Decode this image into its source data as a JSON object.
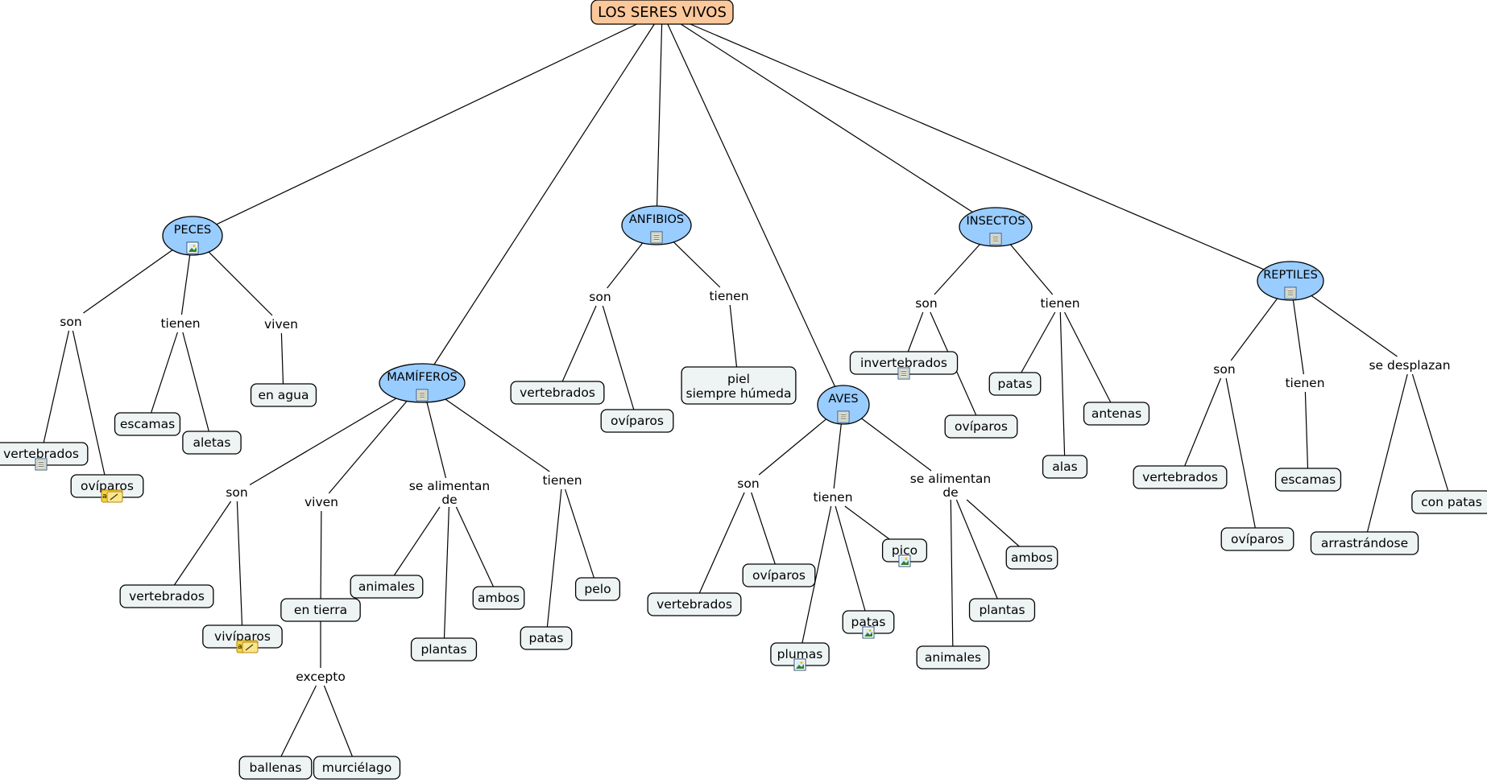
{
  "root": {
    "id": "root",
    "label": "LOS SERES VIVOS"
  },
  "categories": [
    {
      "id": "peces",
      "label": "PECES",
      "icon": "image-icon"
    },
    {
      "id": "mamiferos",
      "label": "MAMÍFEROS",
      "icon": "document-icon"
    },
    {
      "id": "anfibios",
      "label": "ANFIBIOS",
      "icon": "document-icon"
    },
    {
      "id": "aves",
      "label": "AVES",
      "icon": "document-icon"
    },
    {
      "id": "insectos",
      "label": "INSECTOS",
      "icon": "document-icon"
    },
    {
      "id": "reptiles",
      "label": "REPTILES",
      "icon": "document-icon"
    }
  ],
  "links": [
    {
      "id": "peces-son",
      "label": "son"
    },
    {
      "id": "peces-tienen",
      "label": "tienen"
    },
    {
      "id": "peces-viven",
      "label": "viven"
    },
    {
      "id": "mam-son",
      "label": "son"
    },
    {
      "id": "mam-viven",
      "label": "viven"
    },
    {
      "id": "mam-alimentan",
      "label": "se alimentan de"
    },
    {
      "id": "mam-tienen",
      "label": "tienen"
    },
    {
      "id": "excepto",
      "label": "excepto"
    },
    {
      "id": "anf-son",
      "label": "son"
    },
    {
      "id": "anf-tienen",
      "label": "tienen"
    },
    {
      "id": "aves-son",
      "label": "son"
    },
    {
      "id": "aves-tienen",
      "label": "tienen"
    },
    {
      "id": "aves-alimentan",
      "label": "se alimentan de"
    },
    {
      "id": "ins-son",
      "label": "son"
    },
    {
      "id": "ins-tienen",
      "label": "tienen"
    },
    {
      "id": "rep-son",
      "label": "son"
    },
    {
      "id": "rep-tienen",
      "label": "tienen"
    },
    {
      "id": "rep-desplazan",
      "label": "se desplazan"
    }
  ],
  "leaves": [
    {
      "id": "p-vertebrados",
      "label": "vertebrados",
      "icon": "document-icon"
    },
    {
      "id": "p-oviparos",
      "label": "ovíparos",
      "icon": "note-icon"
    },
    {
      "id": "p-escamas",
      "label": "escamas"
    },
    {
      "id": "p-aletas",
      "label": "aletas"
    },
    {
      "id": "p-agua",
      "label": "en agua"
    },
    {
      "id": "m-vertebrados",
      "label": "vertebrados"
    },
    {
      "id": "m-viviparos",
      "label": "vivíparos",
      "icon": "note-icon"
    },
    {
      "id": "m-tierra",
      "label": "en tierra"
    },
    {
      "id": "m-ballenas",
      "label": "ballenas"
    },
    {
      "id": "m-murcielago",
      "label": "murciélago"
    },
    {
      "id": "m-animales",
      "label": "animales"
    },
    {
      "id": "m-plantas",
      "label": "plantas"
    },
    {
      "id": "m-ambos",
      "label": "ambos"
    },
    {
      "id": "m-patas",
      "label": "patas"
    },
    {
      "id": "m-pelo",
      "label": "pelo"
    },
    {
      "id": "a-vertebrados",
      "label": "vertebrados"
    },
    {
      "id": "a-oviparos",
      "label": "ovíparos"
    },
    {
      "id": "a-piel",
      "label": "piel siempre húmeda"
    },
    {
      "id": "v-vertebrados",
      "label": "vertebrados"
    },
    {
      "id": "v-oviparos",
      "label": "ovíparos"
    },
    {
      "id": "v-plumas",
      "label": "plumas",
      "icon": "image-icon"
    },
    {
      "id": "v-patas",
      "label": "patas",
      "icon": "image-icon"
    },
    {
      "id": "v-pico",
      "label": "pico",
      "icon": "image-icon"
    },
    {
      "id": "v-animales",
      "label": "animales"
    },
    {
      "id": "v-plantas",
      "label": "plantas"
    },
    {
      "id": "v-ambos",
      "label": "ambos"
    },
    {
      "id": "i-invertebrados",
      "label": "invertebrados",
      "icon": "document-icon"
    },
    {
      "id": "i-oviparos",
      "label": "ovíparos"
    },
    {
      "id": "i-patas",
      "label": "patas"
    },
    {
      "id": "i-alas",
      "label": "alas"
    },
    {
      "id": "i-antenas",
      "label": "antenas"
    },
    {
      "id": "r-vertebrados",
      "label": "vertebrados"
    },
    {
      "id": "r-oviparos",
      "label": "ovíparos"
    },
    {
      "id": "r-escamas",
      "label": "escamas"
    },
    {
      "id": "r-arrastrandose",
      "label": "arrastrándose"
    },
    {
      "id": "r-conpatas",
      "label": "con patas"
    }
  ],
  "edges": [
    [
      "root",
      "peces"
    ],
    [
      "root",
      "mamiferos"
    ],
    [
      "root",
      "anfibios"
    ],
    [
      "root",
      "aves"
    ],
    [
      "root",
      "insectos"
    ],
    [
      "root",
      "reptiles"
    ],
    [
      "peces",
      "peces-son"
    ],
    [
      "peces-son",
      "p-vertebrados"
    ],
    [
      "peces-son",
      "p-oviparos"
    ],
    [
      "peces",
      "peces-tienen"
    ],
    [
      "peces-tienen",
      "p-escamas"
    ],
    [
      "peces-tienen",
      "p-aletas"
    ],
    [
      "peces",
      "peces-viven"
    ],
    [
      "peces-viven",
      "p-agua"
    ],
    [
      "mamiferos",
      "mam-son"
    ],
    [
      "mam-son",
      "m-vertebrados"
    ],
    [
      "mam-son",
      "m-viviparos"
    ],
    [
      "mamiferos",
      "mam-viven"
    ],
    [
      "mam-viven",
      "m-tierra"
    ],
    [
      "m-tierra",
      "excepto"
    ],
    [
      "excepto",
      "m-ballenas"
    ],
    [
      "excepto",
      "m-murcielago"
    ],
    [
      "mamiferos",
      "mam-alimentan"
    ],
    [
      "mam-alimentan",
      "m-animales"
    ],
    [
      "mam-alimentan",
      "m-plantas"
    ],
    [
      "mam-alimentan",
      "m-ambos"
    ],
    [
      "mamiferos",
      "mam-tienen"
    ],
    [
      "mam-tienen",
      "m-patas"
    ],
    [
      "mam-tienen",
      "m-pelo"
    ],
    [
      "anfibios",
      "anf-son"
    ],
    [
      "anf-son",
      "a-vertebrados"
    ],
    [
      "anf-son",
      "a-oviparos"
    ],
    [
      "anfibios",
      "anf-tienen"
    ],
    [
      "anf-tienen",
      "a-piel"
    ],
    [
      "aves",
      "aves-son"
    ],
    [
      "aves-son",
      "v-vertebrados"
    ],
    [
      "aves-son",
      "v-oviparos"
    ],
    [
      "aves",
      "aves-tienen"
    ],
    [
      "aves-tienen",
      "v-plumas"
    ],
    [
      "aves-tienen",
      "v-patas"
    ],
    [
      "aves-tienen",
      "v-pico"
    ],
    [
      "aves",
      "aves-alimentan"
    ],
    [
      "aves-alimentan",
      "v-animales"
    ],
    [
      "aves-alimentan",
      "v-plantas"
    ],
    [
      "aves-alimentan",
      "v-ambos"
    ],
    [
      "insectos",
      "ins-son"
    ],
    [
      "ins-son",
      "i-invertebrados"
    ],
    [
      "ins-son",
      "i-oviparos"
    ],
    [
      "insectos",
      "ins-tienen"
    ],
    [
      "ins-tienen",
      "i-patas"
    ],
    [
      "ins-tienen",
      "i-alas"
    ],
    [
      "ins-tienen",
      "i-antenas"
    ],
    [
      "reptiles",
      "rep-son"
    ],
    [
      "rep-son",
      "r-vertebrados"
    ],
    [
      "rep-son",
      "r-oviparos"
    ],
    [
      "reptiles",
      "rep-tienen"
    ],
    [
      "rep-tienen",
      "r-escamas"
    ],
    [
      "reptiles",
      "rep-desplazan"
    ],
    [
      "rep-desplazan",
      "r-arrastrandose"
    ],
    [
      "rep-desplazan",
      "r-conpatas"
    ]
  ]
}
